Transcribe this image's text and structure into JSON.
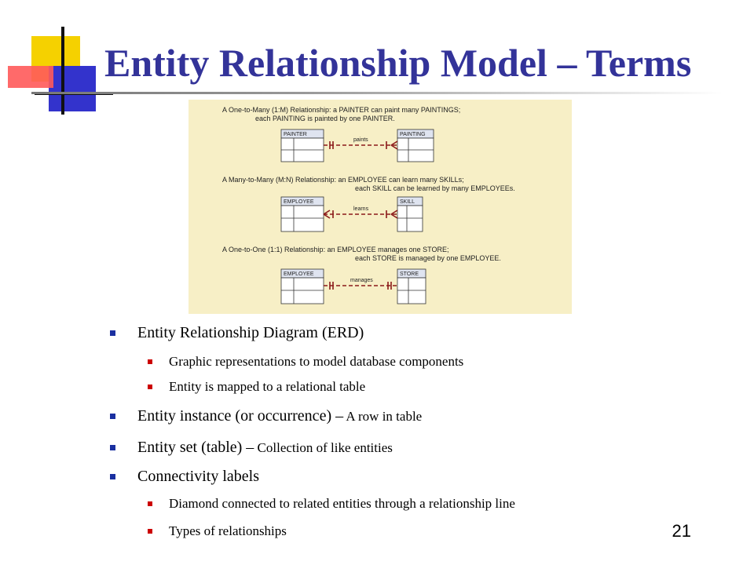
{
  "slide": {
    "title": "Entity Relationship Model – Terms",
    "page_number": "21"
  },
  "figure": {
    "one_to_many": {
      "line1": "A One-to-Many (1:M) Relationship: a PAINTER can paint many PAINTINGS;",
      "line2": "each PAINTING is painted by one PAINTER.",
      "left_entity": "PAINTER",
      "right_entity": "PAINTING",
      "relationship": "paints"
    },
    "many_to_many": {
      "line1": "A Many-to-Many (M:N) Relationship: an EMPLOYEE can learn many SKILLs;",
      "line2": "each SKILL can be learned by many EMPLOYEEs.",
      "left_entity": "EMPLOYEE",
      "right_entity": "SKILL",
      "relationship": "learns"
    },
    "one_to_one": {
      "line1": "A One-to-One (1:1) Relationship: an EMPLOYEE manages one STORE;",
      "line2": "each STORE is managed by one EMPLOYEE.",
      "left_entity": "EMPLOYEE",
      "right_entity": "STORE",
      "relationship": "manages"
    },
    "colors": {
      "background": "#f7efc6",
      "entity_header": "#dfe4f0",
      "relationship_line": "#8b1a1a"
    }
  },
  "bullets": {
    "erd": "Entity Relationship Diagram (ERD)",
    "erd_sub1": "Graphic representations to model database components",
    "erd_sub2": "Entity is mapped to a relational table",
    "instance_term": "Entity instance (or occurrence) –",
    "instance_def": " A row in table",
    "set_term": "Entity set (table) –",
    "set_def": " Collection of like entities",
    "connectivity": "Connectivity labels",
    "conn_sub1": "Diamond connected to related entities through a relationship line",
    "conn_sub2": "Types of relationships"
  },
  "colors": {
    "title": "#333399",
    "bullet_level1": "#1a2fa0",
    "bullet_level2": "#cc0000"
  }
}
